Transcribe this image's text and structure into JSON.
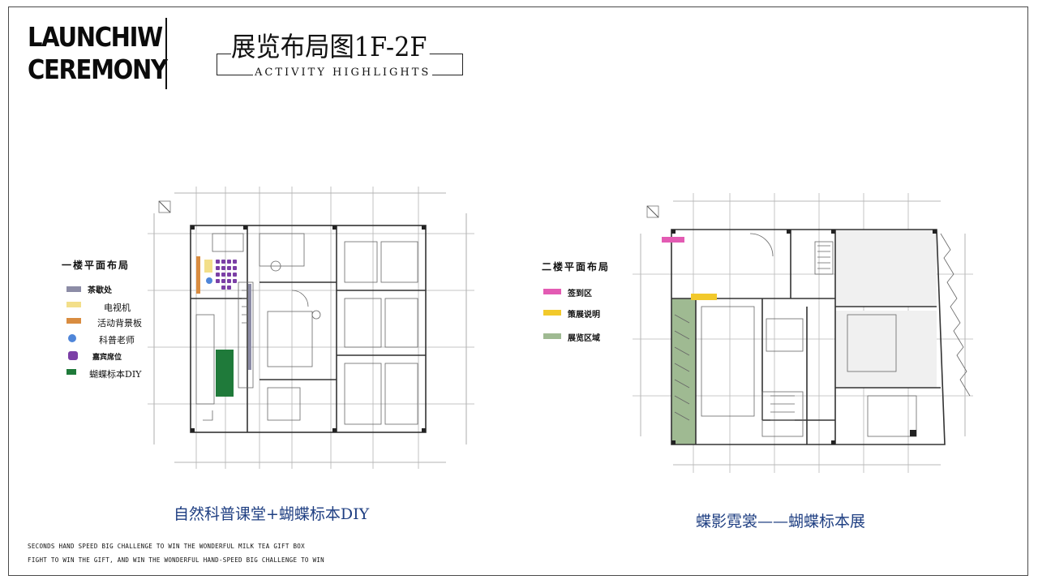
{
  "brand": {
    "line1": "LAUNCHIW",
    "line2": "CEREMONY"
  },
  "header": {
    "title": "展览布局图1F-2F",
    "subtitle": "ACTIVITY HIGHLIGHTS"
  },
  "floor1": {
    "legend_title": "一楼平面布局",
    "legend": [
      {
        "label": "茶歇处",
        "color": "#8c8ca6",
        "shape": "rect"
      },
      {
        "label": "电视机",
        "color": "#f3df8a",
        "shape": "rect"
      },
      {
        "label": "活动背景板",
        "color": "#d98c40",
        "shape": "rect"
      },
      {
        "label": "科普老师",
        "color": "#4f86d9",
        "shape": "circle"
      },
      {
        "label": "嘉宾席位",
        "color": "#7b3fa6",
        "shape": "rounded"
      },
      {
        "label": "蝴蝶标本DIY",
        "color": "#1f7a3a",
        "shape": "rect"
      }
    ],
    "caption": "自然科普课堂+蝴蝶标本DIY"
  },
  "floor2": {
    "legend_title": "二楼平面布局",
    "legend": [
      {
        "label": "签到区",
        "color": "#e35bb3",
        "shape": "rect"
      },
      {
        "label": "策展说明",
        "color": "#f2c92b",
        "shape": "rect"
      },
      {
        "label": "展览区域",
        "color": "#9fba92",
        "shape": "rect"
      }
    ],
    "caption": "蝶影霓裳——蝴蝶标本展"
  },
  "footer": {
    "line1": "SECONDS HAND SPEED BIG CHALLENGE TO WIN THE WONDERFUL MILK TEA GIFT BOX",
    "line2": "FIGHT TO WIN THE GIFT, AND WIN THE WONDERFUL HAND-SPEED BIG CHALLENGE TO WIN"
  }
}
